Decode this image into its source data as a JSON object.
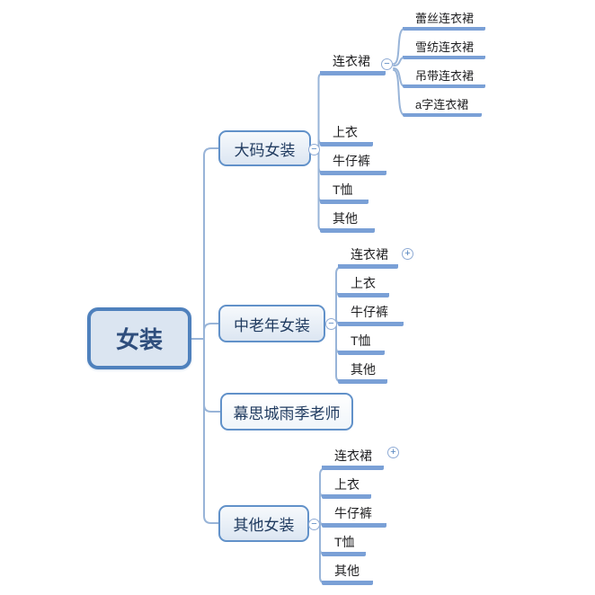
{
  "app": {
    "type": "mind-map"
  },
  "palette": {
    "accent": "#4f81bd",
    "root_fill": "#dbe5f1",
    "root_text": "#2f4e7d",
    "branch_border": "#6191c9",
    "branch_fill": "#dce6f2",
    "branch_text": "#1f3a5f",
    "connector_line": "#98b4d8",
    "underline": "#7aa0d6",
    "child_text": "#1d1d1f"
  },
  "icons": {
    "collapse_symbol": "−",
    "expand_symbol": "+"
  },
  "tree": {
    "root": {
      "label": "女装"
    },
    "branches": [
      {
        "label": "大码女装",
        "state": "expanded",
        "children": [
          {
            "label": "连衣裙",
            "state": "expanded",
            "children": [
              "蕾丝连衣裙",
              "雪纺连衣裙",
              "吊带连衣裙",
              "a字连衣裙"
            ]
          },
          {
            "label": "上衣"
          },
          {
            "label": "牛仔裤"
          },
          {
            "label": "T恤"
          },
          {
            "label": "其他"
          }
        ]
      },
      {
        "label": "中老年女装",
        "state": "expanded",
        "children": [
          {
            "label": "连衣裙",
            "state": "collapsed"
          },
          {
            "label": "上衣"
          },
          {
            "label": "牛仔裤"
          },
          {
            "label": "T恤"
          },
          {
            "label": "其他"
          }
        ]
      },
      {
        "label": "幕思城雨季老师"
      },
      {
        "label": "其他女装",
        "state": "expanded",
        "children": [
          {
            "label": "连衣裙",
            "state": "collapsed"
          },
          {
            "label": "上衣"
          },
          {
            "label": "牛仔裤"
          },
          {
            "label": "T恤"
          },
          {
            "label": "其他"
          }
        ]
      }
    ]
  }
}
